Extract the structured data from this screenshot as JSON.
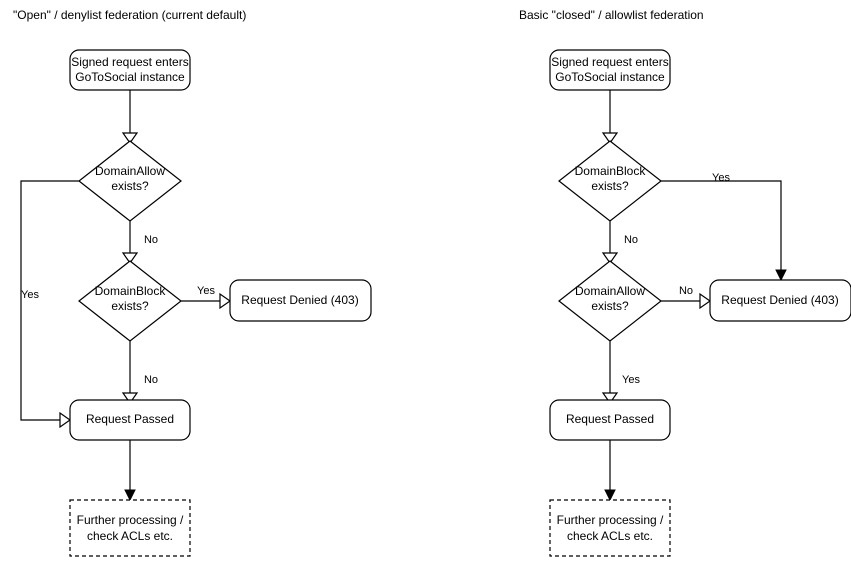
{
  "panels": [
    {
      "title": "\"Open\" / denylist federation (current default)",
      "nodes": {
        "start": "Signed request enters\nGoToSocial instance",
        "start_line1": "Signed request enters",
        "start_line2": "GoToSocial instance",
        "decision1_line1": "DomainAllow",
        "decision1_line2": "exists?",
        "decision2_line1": "DomainBlock",
        "decision2_line2": "exists?",
        "denied": "Request Denied (403)",
        "passed": "Request Passed",
        "further_line1": "Further processing /",
        "further_line2": "check ACLs etc."
      },
      "edge_labels": {
        "allow_yes": "Yes",
        "allow_no": "No",
        "block_yes": "Yes",
        "block_no": "No"
      }
    },
    {
      "title": "Basic \"closed\" / allowlist federation",
      "nodes": {
        "start_line1": "Signed request enters",
        "start_line2": "GoToSocial instance",
        "decision1_line1": "DomainBlock",
        "decision1_line2": "exists?",
        "decision2_line1": "DomainAllow",
        "decision2_line2": "exists?",
        "denied": "Request Denied (403)",
        "passed": "Request Passed",
        "further_line1": "Further processing /",
        "further_line2": "check ACLs etc."
      },
      "edge_labels": {
        "block_yes": "Yes",
        "block_no": "No",
        "allow_no": "No",
        "allow_yes": "Yes"
      }
    }
  ],
  "colors": {
    "stroke": "#000000",
    "fill": "#ffffff",
    "text": "#000000",
    "background": "#ffffff"
  }
}
